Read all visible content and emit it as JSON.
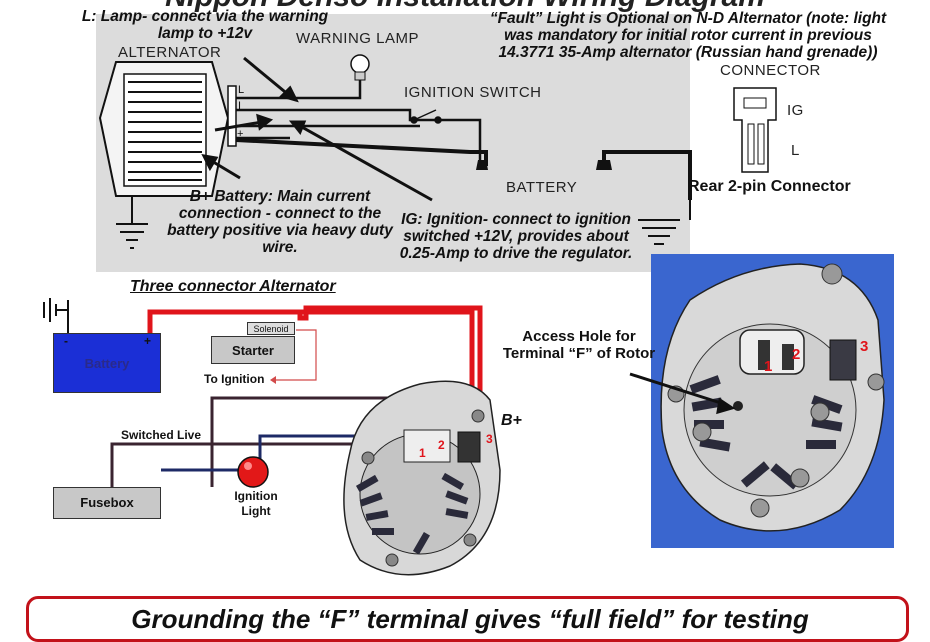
{
  "title": "Nippon Denso Installation Wiring Diagram",
  "top_notes": {
    "lamp": "L: Lamp- connect via the warning lamp to +12v",
    "fault": "“Fault” Light is Optional on N-D Alternator (note: light was mandatory for initial rotor current in previous 14.3771 35-Amp alternator (Russian hand grenade))",
    "battery_plus": "B+ Battery: Main current connection - connect to the battery positive via heavy duty wire.",
    "ignition": "IG: Ignition- connect to ignition switched +12V, provides about 0.25-Amp to drive the regulator."
  },
  "top_labels": {
    "alternator": "ALTERNATOR",
    "warning_lamp": "WARNING LAMP",
    "ignition_switch": "IGNITION SWITCH",
    "battery": "BATTERY",
    "connector": "CONNECTOR",
    "ig": "IG",
    "l": "L",
    "alt_l": "L",
    "alt_i": "I",
    "alt_plus": "+",
    "rear_connector": "Rear 2-pin Connector"
  },
  "lower": {
    "heading": "Three connector Alternator",
    "battery": "Battery",
    "battery_minus": "-",
    "battery_plus": "+",
    "solenoid": "Solenoid",
    "starter": "Starter",
    "to_ignition": "To Ignition",
    "switched_live": "Switched Live",
    "fusebox": "Fusebox",
    "ignition_light": "Ignition Light",
    "b_plus": "B+",
    "term1": "1",
    "term2": "2",
    "term3": "3"
  },
  "photo": {
    "access_hole": "Access Hole for Terminal “F” of Rotor",
    "term1": "1",
    "term2": "2",
    "term3": "3"
  },
  "banner": "Grounding the “F” terminal gives “full field” for testing",
  "colors": {
    "red_wire": "#e0141b",
    "dark_wire": "#3a2430",
    "navy_wire": "#1d2a66",
    "battery_blue": "#1b2fd6",
    "photo_blue": "#3a66cf",
    "banner_border": "#c2121a"
  }
}
